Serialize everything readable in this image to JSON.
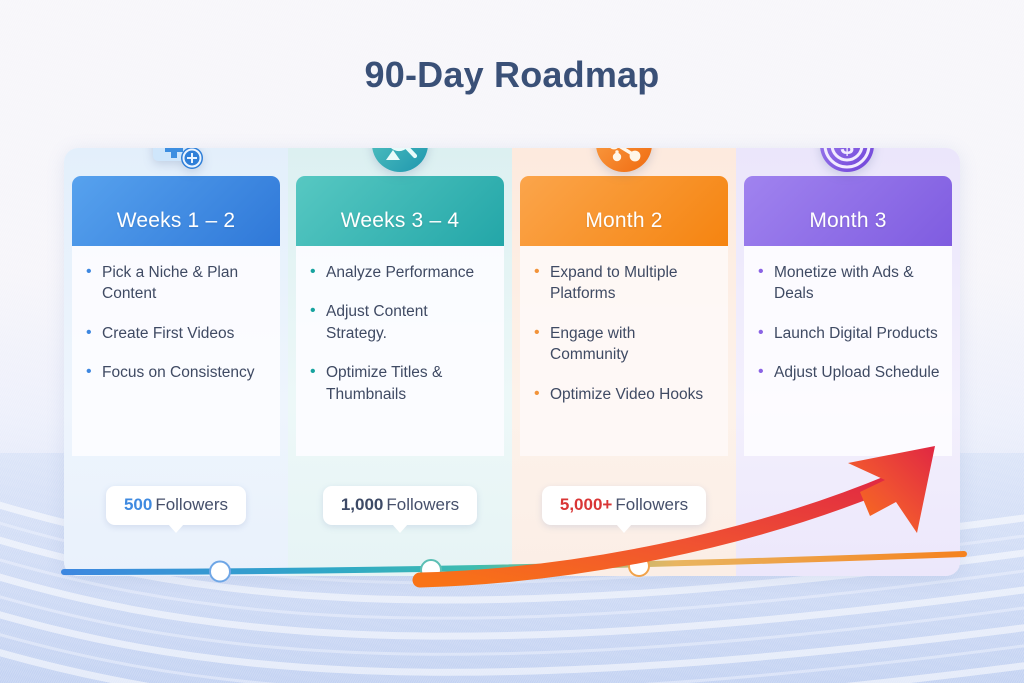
{
  "title": "90-Day Roadmap",
  "columns": [
    {
      "id": "weeks-1-2",
      "header": "Weeks 1 – 2",
      "icon": "calendar-plus-icon",
      "accent": "#2f78d8",
      "bullets": [
        "Pick a Niche & Plan Content",
        "Create First Videos",
        "Focus on Consistency"
      ],
      "milestone": {
        "number": "500",
        "label": "Followers",
        "color": "#3f8ae0"
      }
    },
    {
      "id": "weeks-3-4",
      "header": "Weeks 3 – 4",
      "icon": "analytics-search-icon",
      "accent": "#23a6a8",
      "bullets": [
        "Analyze Performance",
        "Adjust Content Strategy.",
        "Optimize Titles & Thumbnails"
      ],
      "milestone": {
        "number": "1,000",
        "label": "Followers",
        "color": "#3d4a66"
      }
    },
    {
      "id": "month-2",
      "header": "Month 2",
      "icon": "share-network-icon",
      "accent": "#f58410",
      "bullets": [
        "Expand to Multiple Platforms",
        "Engage with Community",
        "Optimize Video Hooks"
      ],
      "milestone": {
        "number": "5,000+",
        "label": "Followers",
        "color": "#d93636"
      }
    },
    {
      "id": "month-3",
      "header": "Month 3",
      "icon": "target-dollar-icon",
      "accent": "#7f5ce0",
      "bullets": [
        "Monetize with Ads & Deals",
        "Launch Digital Products",
        "Adjust Upload Schedule"
      ],
      "milestone": {
        "number": "",
        "label": "",
        "color": "#7f5ce0"
      }
    }
  ],
  "timeline": {
    "milestone_dots": 3,
    "gradient": [
      "#3d87e0",
      "#2fa8c6",
      "#3fbdae",
      "#f0a63c",
      "#f5821f"
    ]
  },
  "growth_arrow": {
    "color_start": "#f97316",
    "color_end": "#e02743"
  },
  "background": {
    "top_color": "#f7f6fa",
    "bottom_color": "#cdd9f4"
  }
}
